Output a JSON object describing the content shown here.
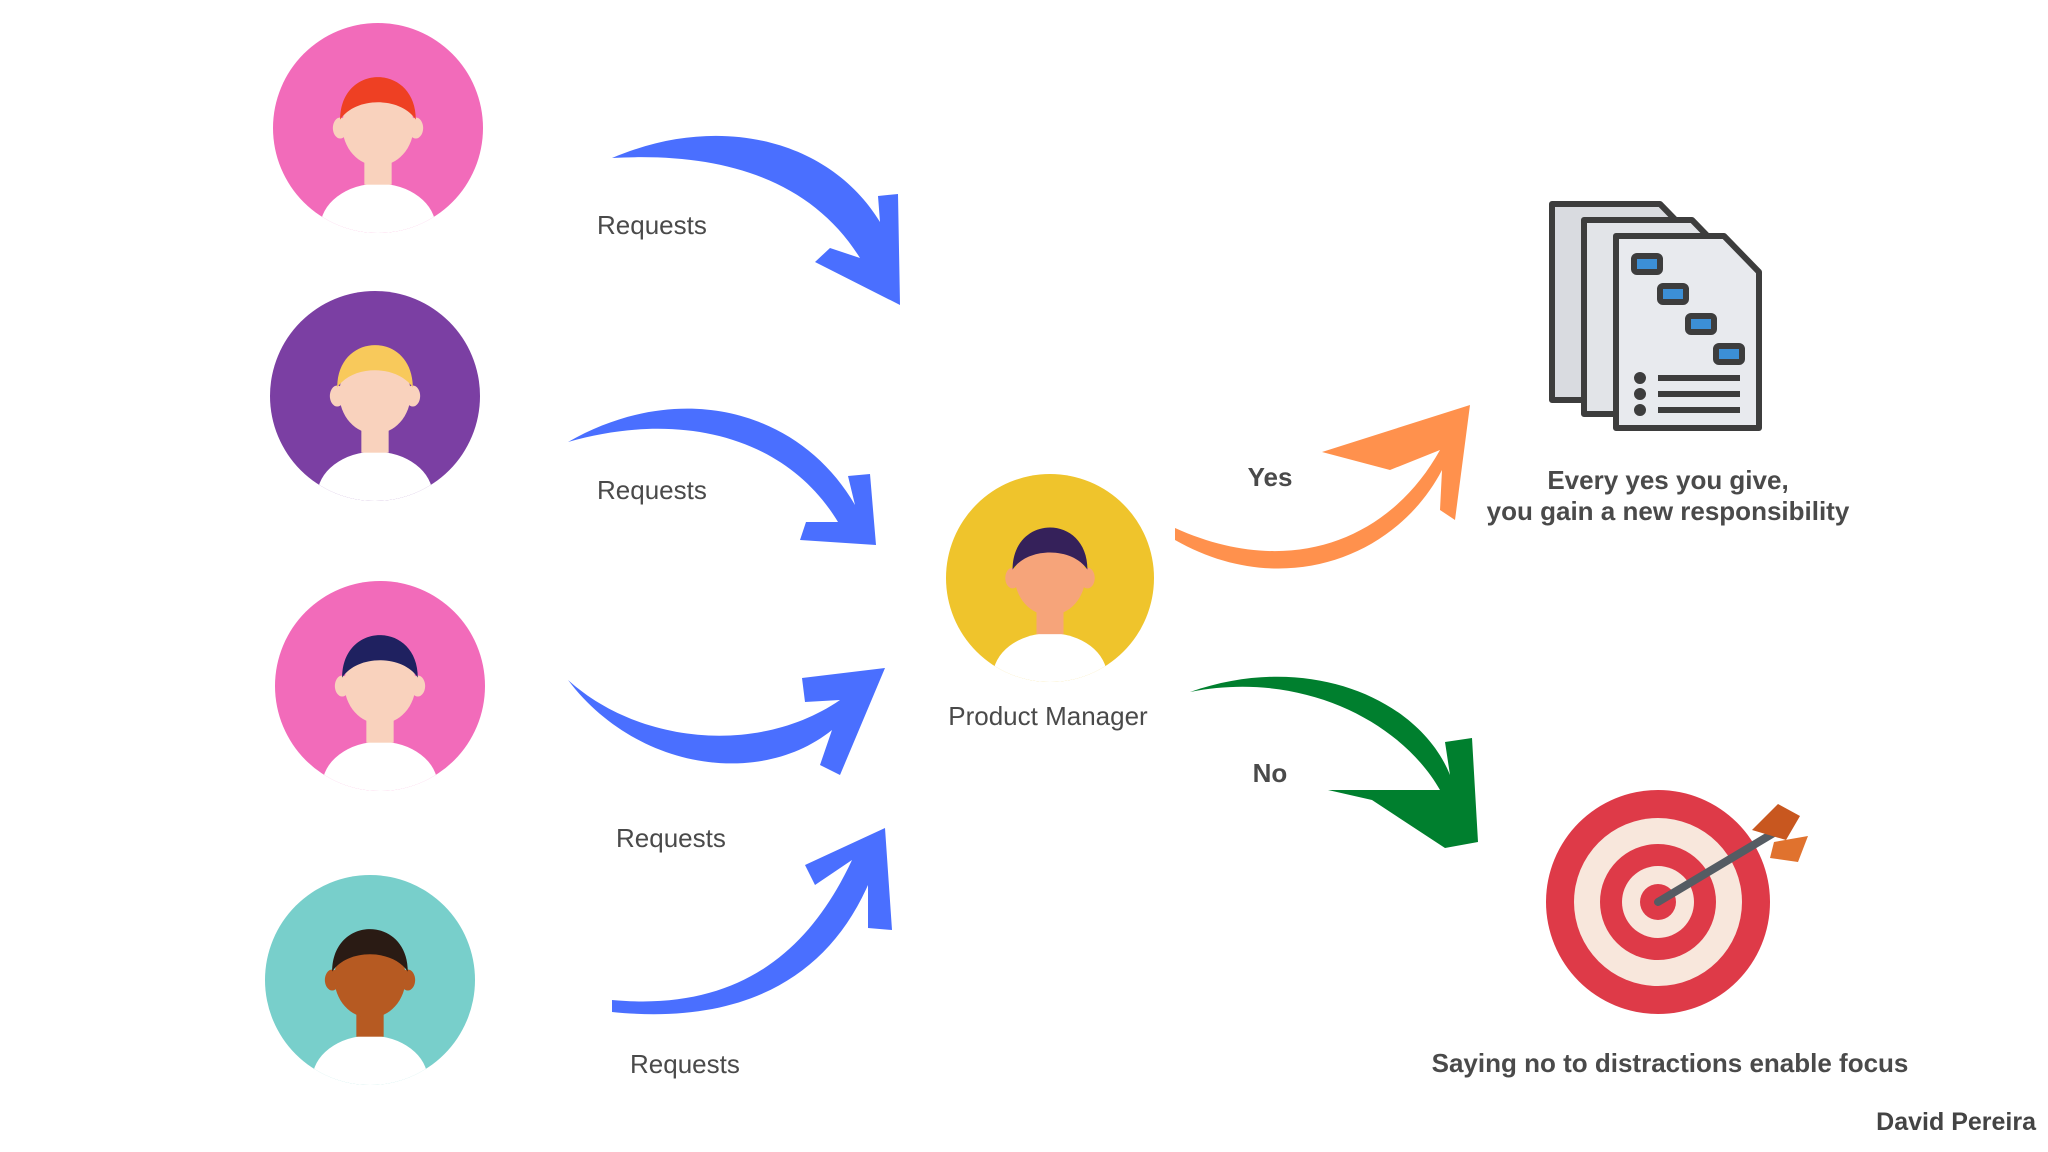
{
  "stakeholders": [
    {
      "request_label": "Requests",
      "bg_color": "#f26bba",
      "hair_color": "#ee4023",
      "skin_color": "#f9d2bd"
    },
    {
      "request_label": "Requests",
      "bg_color": "#7b3fa3",
      "hair_color": "#f8c95b",
      "skin_color": "#f9d2bd"
    },
    {
      "request_label": "Requests",
      "bg_color": "#f26bba",
      "hair_color": "#1f2160",
      "skin_color": "#f9d2bd"
    },
    {
      "request_label": "Requests",
      "bg_color": "#78cfcb",
      "hair_color": "#2a1b14",
      "skin_color": "#b65a22"
    }
  ],
  "product_manager": {
    "label": "Product Manager",
    "bg_color": "#efc42c",
    "hair_color": "#35215a",
    "skin_color": "#f6a47a"
  },
  "decisions": {
    "yes": {
      "label": "Yes",
      "arrow_color": "#ff914d",
      "outcome_line1": "Every yes you give,",
      "outcome_line2": "you gain a new responsibility",
      "icon": "documents-icon"
    },
    "no": {
      "label": "No",
      "arrow_color": "#007f2e",
      "outcome": "Saying no to distractions enable focus",
      "icon": "target-icon"
    }
  },
  "request_arrow_color": "#4a6fff",
  "author": "David Pereira"
}
